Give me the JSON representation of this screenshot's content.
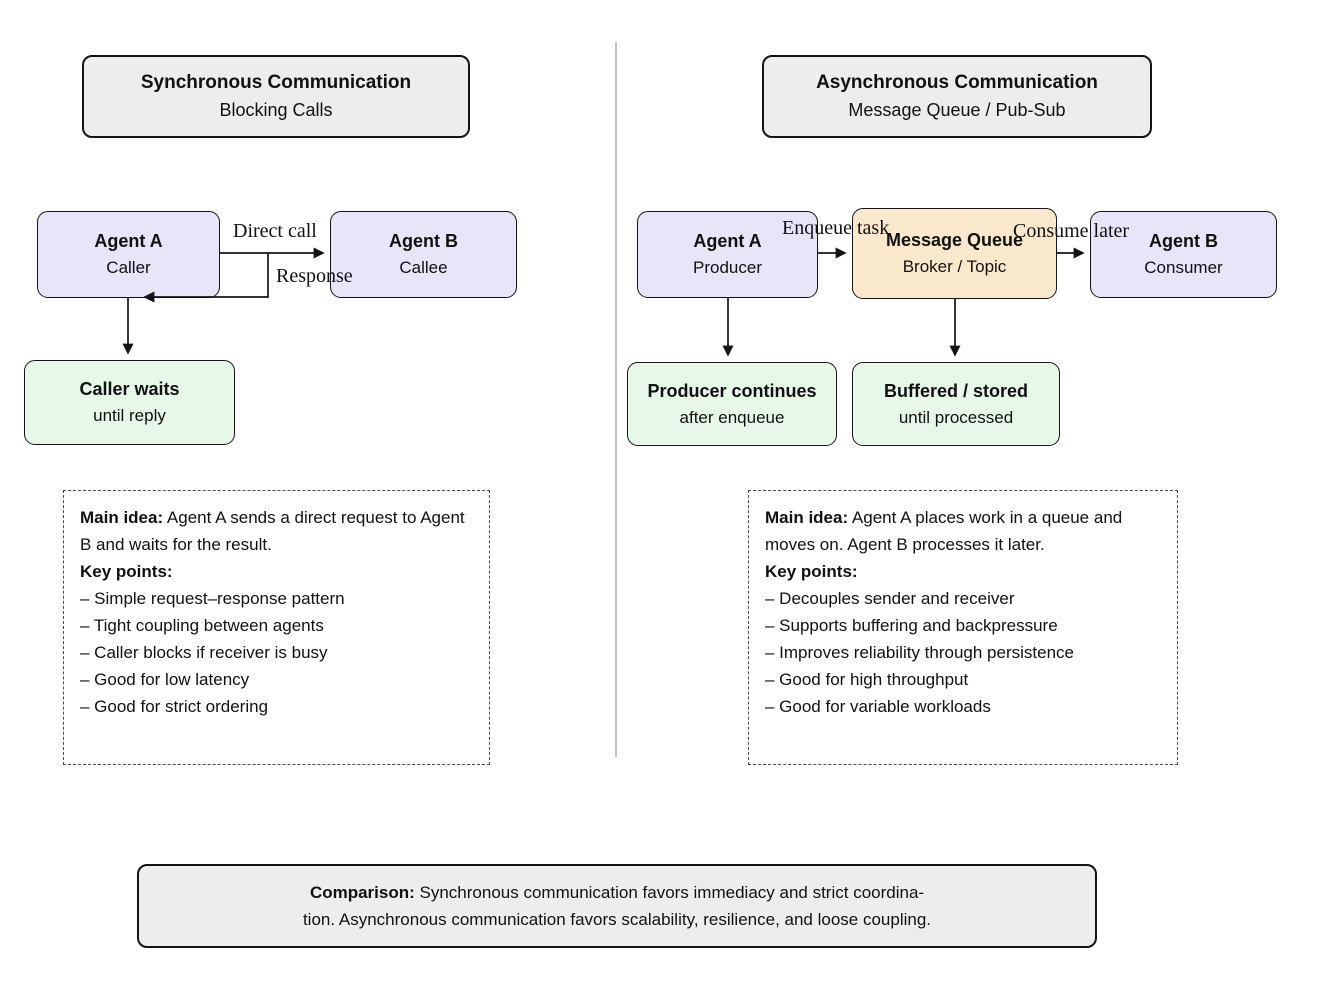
{
  "colors": {
    "headerFill": "#ededed",
    "agentFill": "#e6e6f8",
    "queueFill": "#fae8cc",
    "noteFill": "#e8f8e8",
    "dividerColor": "#c4c4c4",
    "borderColor": "#141414"
  },
  "sync": {
    "header": {
      "title": "Synchronous Communication",
      "subtitle": "Blocking Calls"
    },
    "agent_a": {
      "title": "Agent A",
      "subtitle": "Caller"
    },
    "agent_b": {
      "title": "Agent B",
      "subtitle": "Callee"
    },
    "wait_box": {
      "title": "Caller waits",
      "subtitle": "until reply"
    },
    "arrow_labels": {
      "call": "Direct call",
      "response": "Response"
    },
    "panel": {
      "main_idea_label": "Main idea:",
      "main_idea": "Agent A sends a direct request to Agent B and waits for the result.",
      "key_points_label": "Key points:",
      "bullets": [
        "– Simple request–response pattern",
        "– Tight coupling between agents",
        "– Caller blocks if receiver is busy",
        "– Good for low latency",
        "– Good for strict ordering"
      ]
    }
  },
  "async": {
    "header": {
      "title": "Asynchronous Communication",
      "subtitle": "Message Queue / Pub-Sub"
    },
    "agent_a": {
      "title": "Agent A",
      "subtitle": "Producer"
    },
    "queue": {
      "title": "Message Queue",
      "subtitle": "Broker / Topic"
    },
    "agent_b": {
      "title": "Agent B",
      "subtitle": "Consumer"
    },
    "producer_box": {
      "title": "Producer continues",
      "subtitle": "after enqueue"
    },
    "buffer_box": {
      "title": "Buffered / stored",
      "subtitle": "until processed"
    },
    "arrow_labels": {
      "enqueue": "Enqueue task",
      "consume": "Consume later"
    },
    "panel": {
      "main_idea_label": "Main idea:",
      "main_idea": "Agent A places work in a queue and moves on. Agent B processes it later.",
      "key_points_label": "Key points:",
      "bullets": [
        "– Decouples sender and receiver",
        "– Supports buffering and backpressure",
        "– Improves reliability through persistence",
        "– Good for high throughput",
        "– Good for variable workloads"
      ]
    }
  },
  "comparison": {
    "label": "Comparison:",
    "line1": "Synchronous communication favors immediacy and strict coordina-",
    "line2": "tion. Asynchronous communication favors scalability, resilience, and loose coupling."
  }
}
